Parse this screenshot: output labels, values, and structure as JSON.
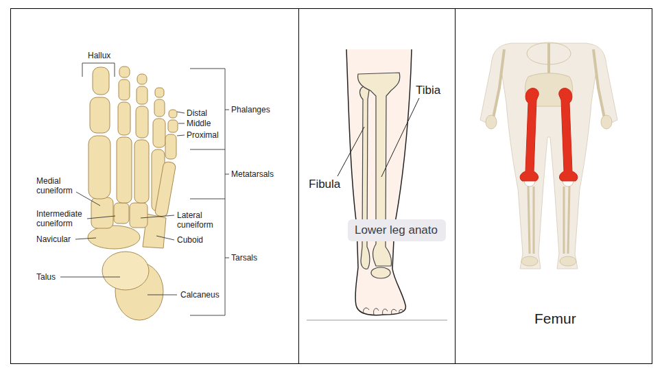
{
  "diagram": {
    "nodes": [
      {
        "text": [
          "Lower leg anato"
        ]
      }
    ],
    "labels": [
      "Hallux",
      "Distal",
      "Phalanges",
      "Middle",
      "Proximal",
      "Metatarsals",
      "Medial cuneiform",
      "Intermediate cuneiform",
      "Lateral cuneiform",
      "Navicular",
      "Cuboid",
      "Tarsals",
      "Talus",
      "Calcaneus",
      "Tibia",
      "Fibula",
      "Femur"
    ]
  }
}
